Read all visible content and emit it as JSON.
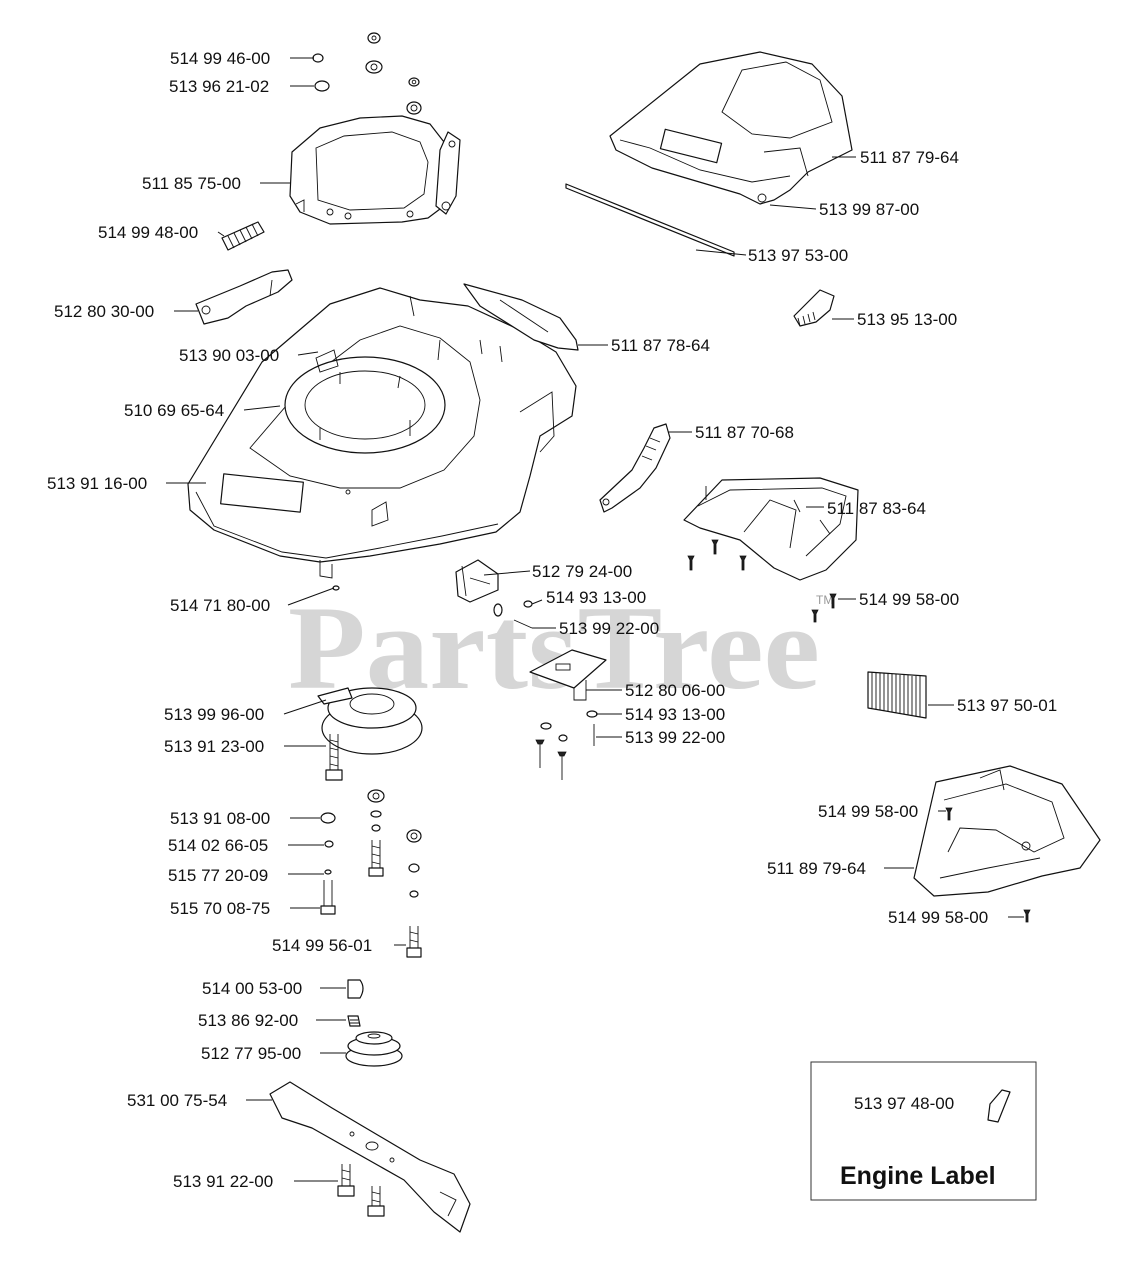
{
  "watermark": "PartsTree",
  "watermark_tm": "TM",
  "engine_label_box": {
    "title": "Engine Label",
    "part": "513 97 48-00"
  },
  "callouts": [
    "514 99 46-00",
    "513 96 21-02",
    "511 85 75-00",
    "514 99 48-00",
    "512 80 30-00",
    "513 90 03-00",
    "510 69 65-64",
    "513 91 16-00",
    "514 71 80-00",
    "513 99 96-00",
    "513 91 23-00",
    "513 91 08-00",
    "514 02 66-05",
    "515 77 20-09",
    "515 70 08-75",
    "514 99 56-01",
    "514 00 53-00",
    "513 86 92-00",
    "512 77 95-00",
    "531 00 75-54",
    "513 91 22-00",
    "511 87 79-64",
    "513 99 87-00",
    "513 97 53-00",
    "513 95 13-00",
    "511 87 78-64",
    "511 87 70-68",
    "511 87 83-64",
    "514 99 58-00",
    "512 79 24-00",
    "514 93 13-00",
    "513 99 22-00",
    "512 80 06-00",
    "514 93 13-00",
    "513 99 22-00",
    "513 97 50-01",
    "514 99 58-00",
    "511 89 79-64",
    "514 99 58-00"
  ]
}
